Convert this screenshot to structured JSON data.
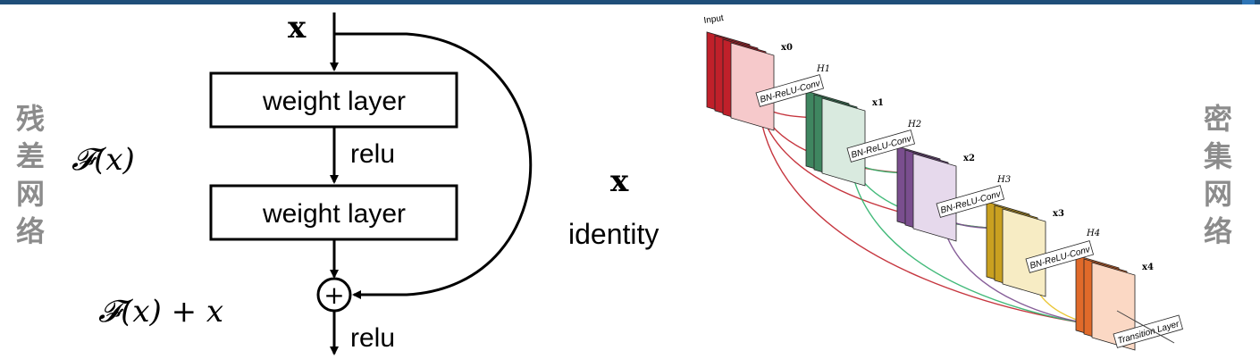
{
  "accent": "#1f4e79",
  "residual": {
    "side_label": [
      "残",
      "差",
      "网",
      "络"
    ],
    "input_x": "x",
    "fx_label": "𝓕(x)",
    "sum_label": "𝓕(x) + x",
    "box1": "weight layer",
    "box2": "weight layer",
    "relu1": "relu",
    "relu2": "relu",
    "skip_x": "x",
    "identity": "identity",
    "plus": "+"
  },
  "dense": {
    "side_label": [
      "密",
      "集",
      "网",
      "络"
    ],
    "input_label": "Input",
    "feature_maps": [
      {
        "name": "x0",
        "color": "#c0202a",
        "light": "#f6c9cb"
      },
      {
        "name": "x1",
        "color": "#3f8660",
        "light": "#d9eadf"
      },
      {
        "name": "x2",
        "color": "#7a4e8e",
        "light": "#e6d9ec"
      },
      {
        "name": "x3",
        "color": "#c9a020",
        "light": "#f7ecc4"
      },
      {
        "name": "x4",
        "color": "#e06a2a",
        "light": "#fbd8c4"
      }
    ],
    "h_labels": [
      "H1",
      "H2",
      "H3",
      "H4"
    ],
    "op_label": "BN-ReLU-Conv",
    "transition_label": "Transition Layer"
  }
}
